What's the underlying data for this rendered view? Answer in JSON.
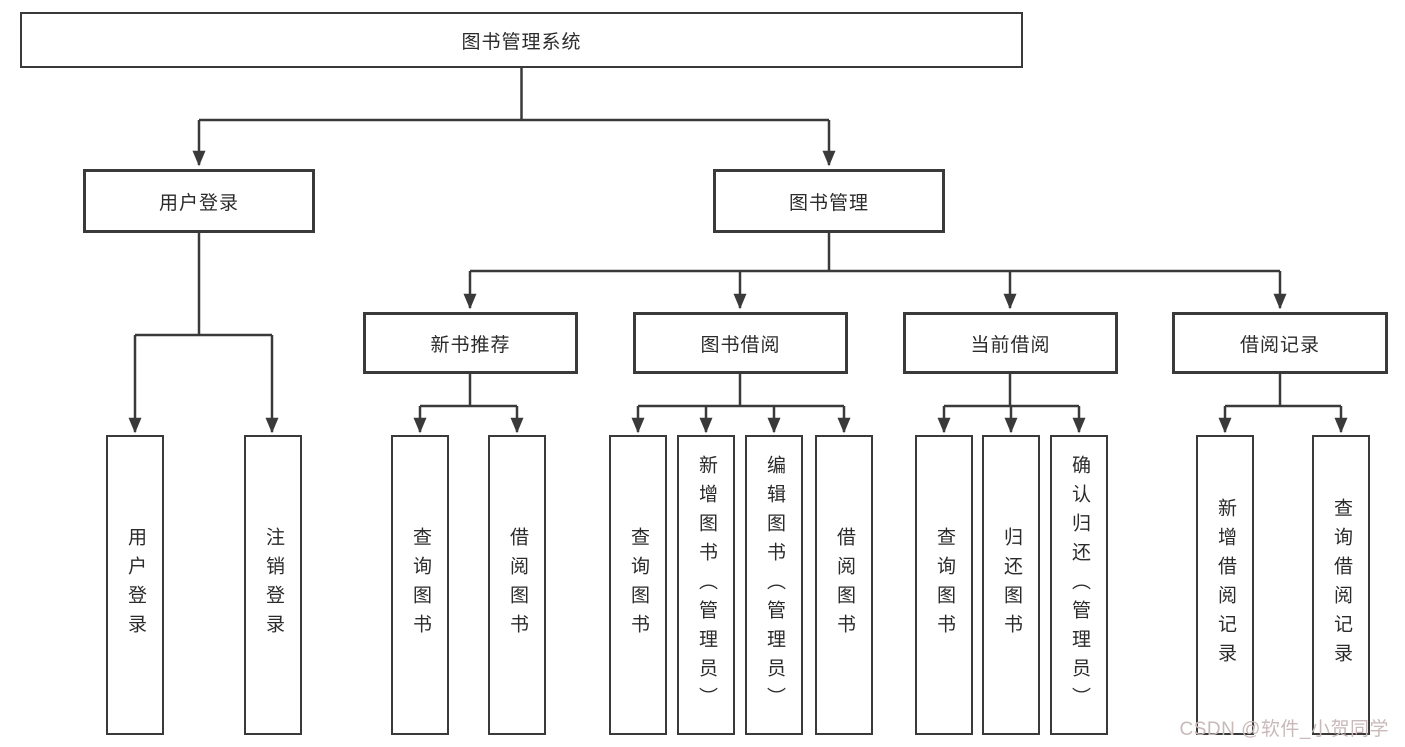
{
  "colors": {
    "background": "#ffffff",
    "line": "#3a3a3a",
    "box_border": "#3a3a3a",
    "text": "#2b2b2b",
    "watermark_text": "#c9b9b9"
  },
  "tree": {
    "root": {
      "label": "图书管理系统"
    },
    "user_login": {
      "label": "用户登录",
      "children": [
        "用户登录",
        "注销登录"
      ]
    },
    "book_management": {
      "label": "图书管理"
    },
    "new_book_recommend": {
      "label": "新书推荐",
      "children": [
        "查询图书",
        "借阅图书"
      ]
    },
    "book_borrowing": {
      "label": "图书借阅",
      "children": [
        "查询图书",
        "新增图书（管理员）",
        "编辑图书（管理员）",
        "借阅图书"
      ]
    },
    "current_borrowing": {
      "label": "当前借阅",
      "children": [
        "查询图书",
        "归还图书",
        "确认归还（管理员）"
      ]
    },
    "borrowing_records": {
      "label": "借阅记录",
      "children": [
        "新增借阅记录",
        "查询借阅记录"
      ]
    }
  },
  "watermark": {
    "text": "CSDN @软件_小贺同学"
  }
}
